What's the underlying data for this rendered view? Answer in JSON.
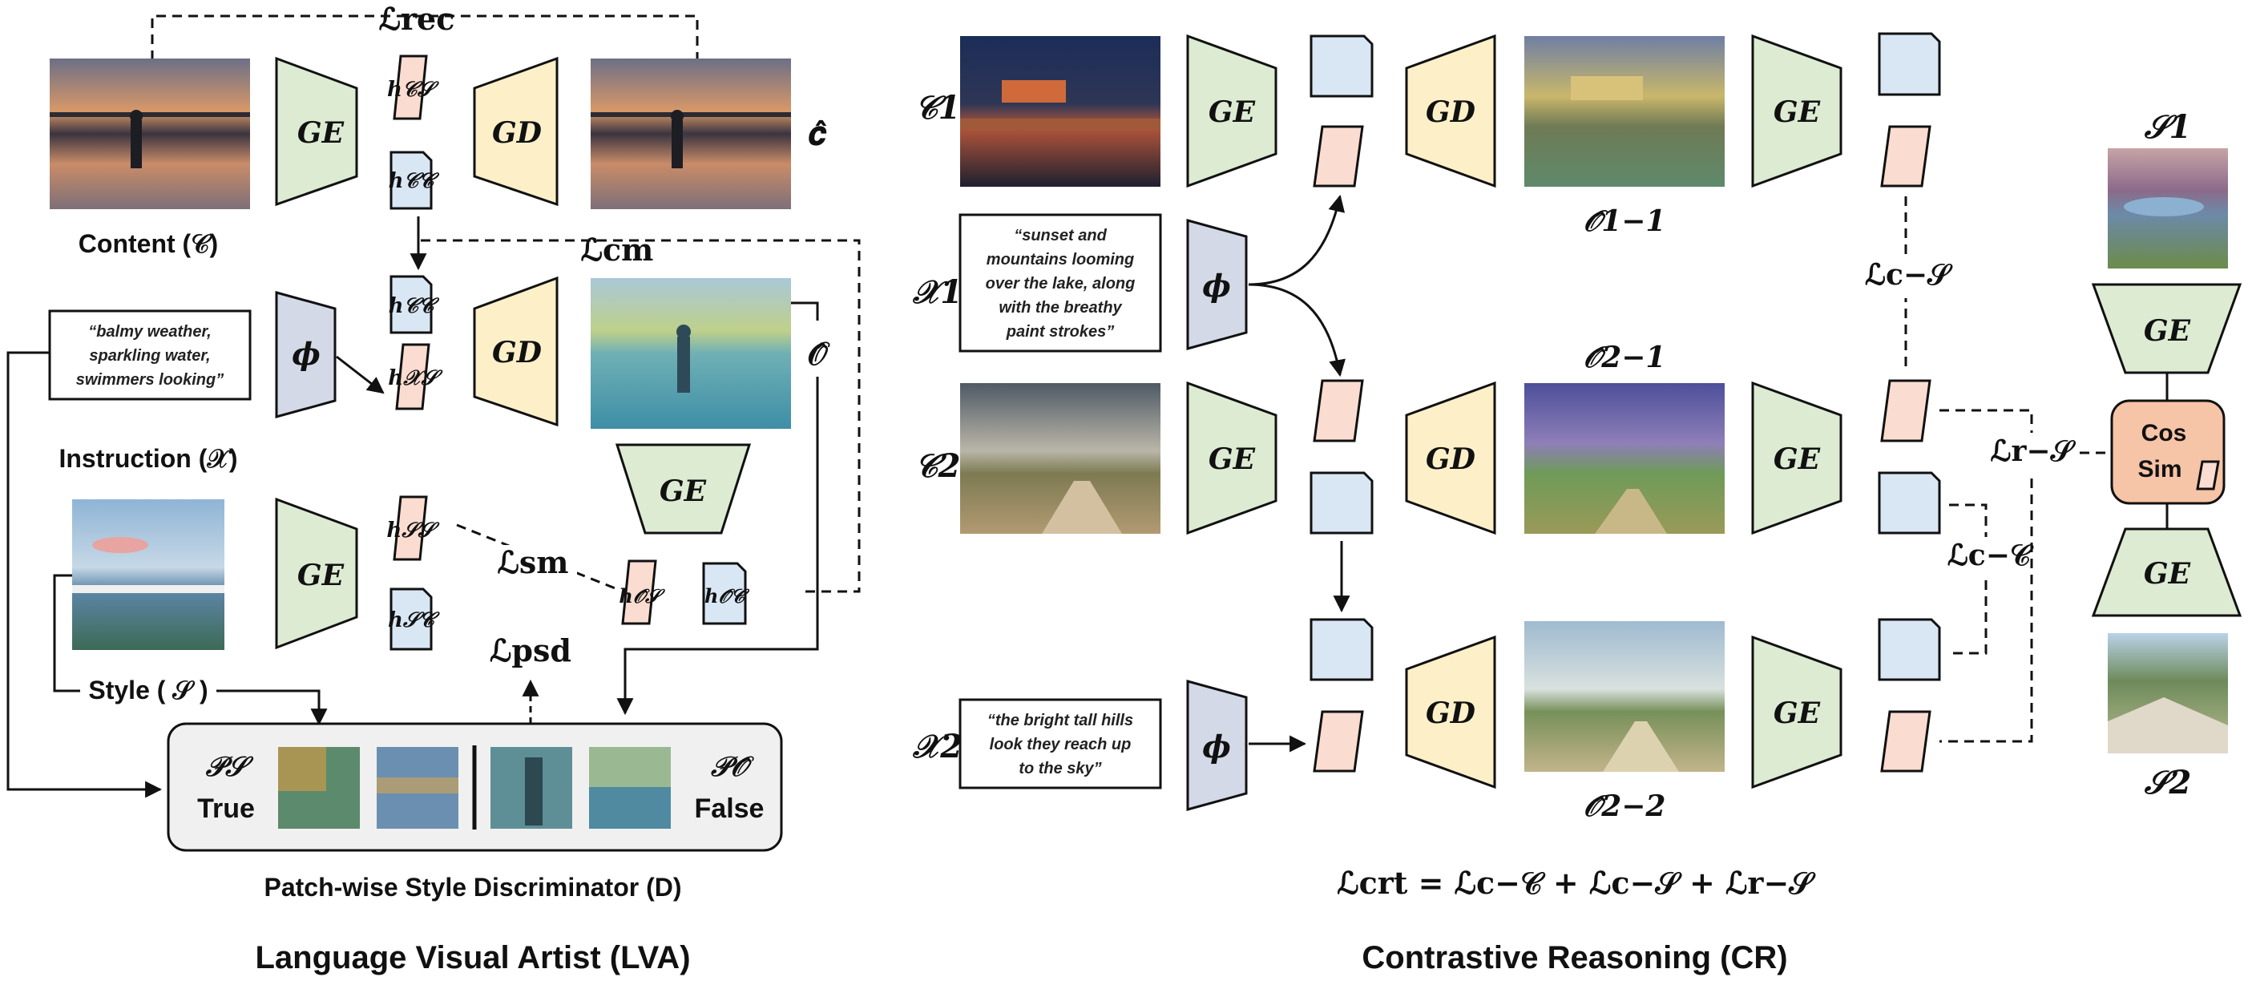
{
  "colors": {
    "encoder": "#dcebd2",
    "decoder": "#fdf0c8",
    "phi": "#d3d9e6",
    "content_vec": "#d9e7f5",
    "style_vec": "#fbdcd0",
    "cos_sim": "#f6c4a6",
    "stroke": "#111111",
    "disc_bg": "#f0f0f0"
  },
  "icons": [
    "encoder-trapezoid",
    "decoder-trapezoid",
    "text-encoder-phi",
    "content-vector",
    "style-vector",
    "painting-thumbnail"
  ],
  "lva": {
    "section_title": "Language Visual Artist (LVA)",
    "content_label": "Content (𝒞)",
    "instruction_label": "Instruction (𝒳)",
    "style_label": "Style ( 𝒮 )",
    "instruction_text": [
      "“balmy weather,",
      "sparkling water,",
      "swimmers looking”"
    ],
    "loss_rec": "ℒrec",
    "loss_cm": "ℒcm",
    "loss_sm": "ℒsm",
    "loss_psd": "ℒpsd",
    "c_hat": "𝒄̂",
    "o_hat": "𝒪̂",
    "ge": "GE",
    "gd": "GD",
    "phi": "ϕ",
    "h_s_c": "h𝒞𝒮",
    "h_c_c": "h𝒞𝒞",
    "h_c_c2": "h𝒞𝒞",
    "h_s_x": "h𝒳𝒮",
    "h_s_s": "h𝒮𝒮",
    "h_c_s": "h𝒮𝒞",
    "h_s_o": "h𝒪̂𝒮",
    "h_c_o": "h𝒪̂𝒞",
    "disc_left_sym": "𝒫𝒮",
    "disc_left_word": "True",
    "disc_right_sym": "𝒫𝒪̂",
    "disc_right_word": "False",
    "disc_caption": "Patch-wise Style Discriminator (D)"
  },
  "cr": {
    "section_title": "Contrastive Reasoning (CR)",
    "c1": "𝒞1",
    "c2": "𝒞2",
    "x1": "𝒳1",
    "x2": "𝒳2",
    "s1": "𝒮1",
    "s2": "𝒮2",
    "x1_text": [
      "“sunset and",
      "mountains looming",
      "over the lake, along",
      "with the breathy",
      "paint strokes”"
    ],
    "x2_text": [
      "“the bright tall hills",
      "look they reach up",
      "to the sky”"
    ],
    "o11": "𝒪̂1−1",
    "o21": "𝒪̂2−1",
    "o22": "𝒪̂2−2",
    "loss_cs": "ℒc−𝒮",
    "loss_rs": "ℒr−𝒮",
    "loss_cc": "ℒc−𝒞",
    "cos_sim_line1": "Cos",
    "cos_sim_line2": "Sim",
    "loss_crt_formula": "ℒcrt = ℒc−𝒞 + ℒc−𝒮 + ℒr−𝒮",
    "ge": "GE",
    "gd": "GD",
    "phi": "ϕ"
  }
}
